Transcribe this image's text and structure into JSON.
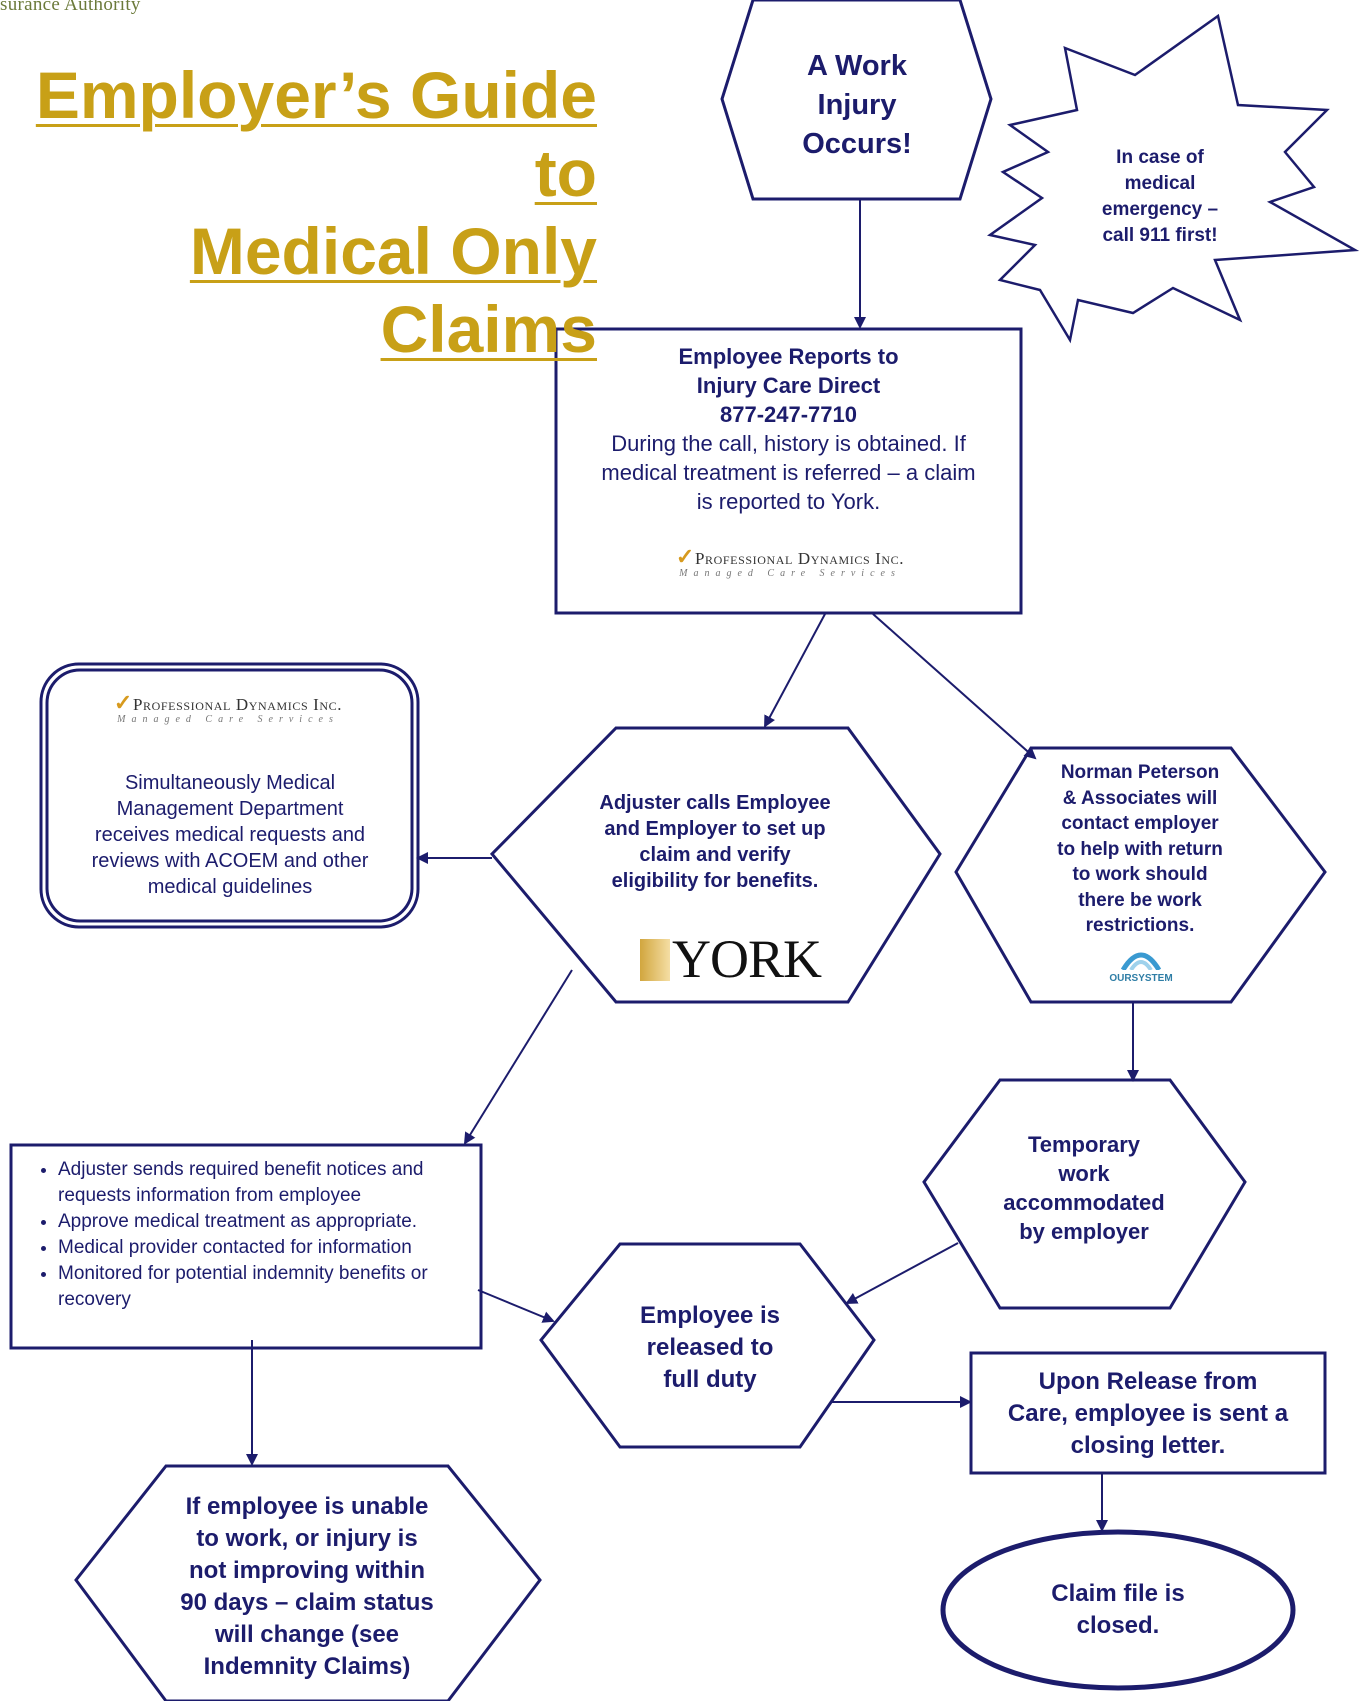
{
  "header": {
    "org": "surance Authority",
    "title_line1": "Employer’s Guide to",
    "title_line2": "Medical Only Claims"
  },
  "nodes": {
    "start": "A Work Injury Occurs!",
    "start_lines": [
      "A Work",
      "Injury",
      "Occurs!"
    ],
    "emergency_lines": [
      "In case of",
      "medical",
      "emergency –",
      "call 911 first!"
    ],
    "report": {
      "title_lines": [
        "Employee Reports to",
        "Injury Care Direct",
        "877-247-7710"
      ],
      "body_lines": [
        "During the call, history is obtained.  If",
        "medical treatment is referred – a claim",
        "is reported to York."
      ],
      "logo_main": "Professional Dynamics Inc.",
      "logo_sub": "Managed Care Services"
    },
    "medical_mgmt": {
      "logo_main": "Professional Dynamics Inc.",
      "logo_sub": "Managed Care Services",
      "body_lines": [
        "Simultaneously Medical",
        "Management Department",
        "receives medical requests and",
        "reviews with ACOEM and other",
        "medical guidelines"
      ]
    },
    "adjuster": {
      "lines": [
        "Adjuster calls Employee",
        "and Employer to set up",
        "claim and verify",
        "eligibility for benefits."
      ],
      "logo": "YORK"
    },
    "norman": {
      "lines": [
        "Norman Peterson",
        "& Associates will",
        "contact employer",
        "to help with return",
        "to work should",
        "there be work",
        "restrictions."
      ],
      "logo": "OURSYSTEM"
    },
    "bullets": [
      "Adjuster sends required benefit notices and requests information from employee",
      "Approve medical treatment as appropriate.",
      "Medical provider contacted for information",
      "Monitored for potential indemnity benefits or recovery"
    ],
    "temporary_lines": [
      "Temporary",
      "work",
      "accommodated",
      "by employer"
    ],
    "released_lines": [
      "Employee is",
      "released to",
      "full duty"
    ],
    "closing_lines": [
      "Upon Release from",
      "Care, employee is sent a",
      "closing letter."
    ],
    "unable_lines": [
      "If employee is unable",
      "to work, or injury is",
      "not improving within",
      "90 days – claim status",
      "will change (see",
      "Indemnity Claims)"
    ],
    "closed_lines": [
      "Claim file is",
      "closed."
    ]
  },
  "colors": {
    "stroke": "#1c1c6c",
    "title": "#c8a017",
    "text": "#1c1c6c"
  }
}
